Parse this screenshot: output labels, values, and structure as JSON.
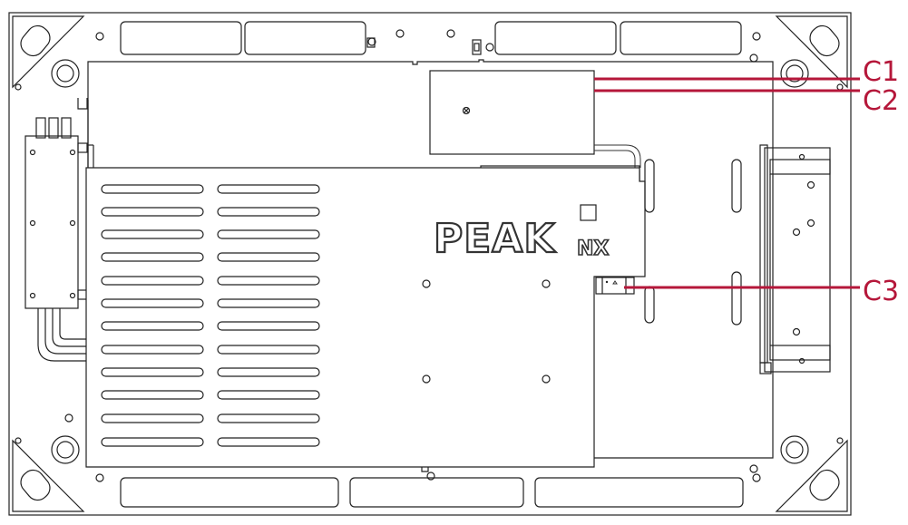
{
  "brand": {
    "logo_text": "PEAK",
    "logo_suffix": "NX"
  },
  "callouts": [
    {
      "id": "c1",
      "label": "C1"
    },
    {
      "id": "c2",
      "label": "C2"
    },
    {
      "id": "c3",
      "label": "C3"
    }
  ],
  "colors": {
    "callout": "#b5173a",
    "line": "#222222",
    "background": "#ffffff"
  }
}
